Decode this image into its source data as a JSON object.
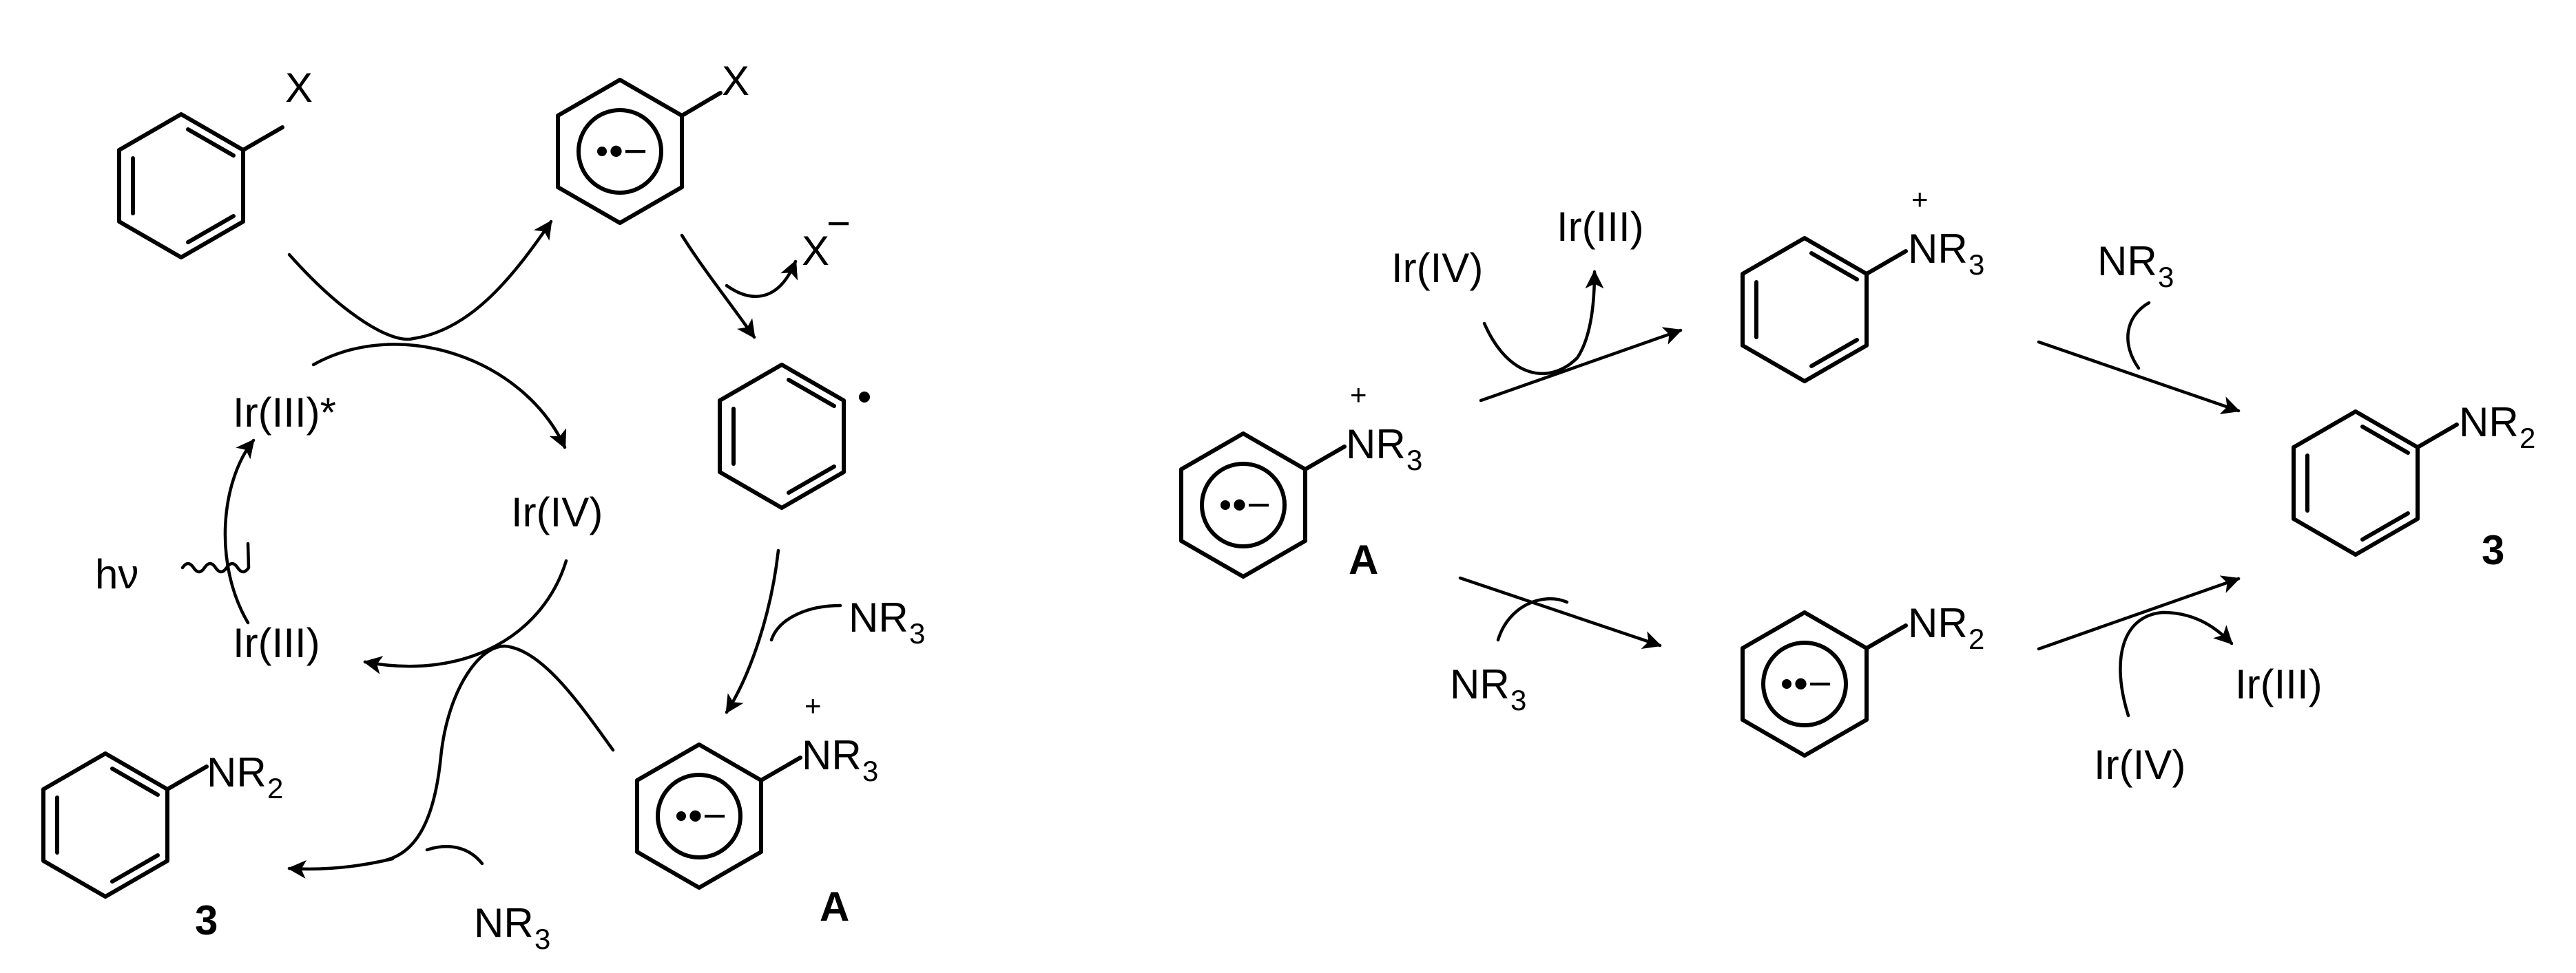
{
  "left_cycle": {
    "aryl_halide": {
      "x": "X"
    },
    "radical_anion_aryl_halide": {
      "x": "X",
      "charge": "•−"
    },
    "halide_ion": {
      "label": "X",
      "charge": "−"
    },
    "aryl_radical": {
      "dot": "•"
    },
    "amine_reagent_1": {
      "base": "NR",
      "sub": "3"
    },
    "ammonium_radical_anion": {
      "base": "NR",
      "sub": "3",
      "plus": "+",
      "charge": "•−",
      "label": "A"
    },
    "amine_reagent_2": {
      "base": "NR",
      "sub": "3"
    },
    "product": {
      "base": "NR",
      "sub": "2",
      "label": "3"
    },
    "ir_excited": "Ir(III)*",
    "ir_iv": "Ir(IV)",
    "ir_iii": "Ir(III)",
    "light": "hν"
  },
  "right_scheme": {
    "start": {
      "base": "NR",
      "sub": "3",
      "plus": "+",
      "charge": "•−",
      "label": "A"
    },
    "upper_oxidant": "Ir(IV)",
    "upper_reduced": "Ir(III)",
    "upper_intermediate": {
      "base": "NR",
      "sub": "3",
      "plus": "+"
    },
    "upper_amine": {
      "base": "NR",
      "sub": "3"
    },
    "lower_amine": {
      "base": "NR",
      "sub": "3"
    },
    "lower_intermediate": {
      "base": "NR",
      "sub": "2",
      "charge": "•−"
    },
    "lower_reduced": "Ir(III)",
    "lower_oxidant": "Ir(IV)",
    "product": {
      "base": "NR",
      "sub": "2",
      "label": "3"
    }
  }
}
